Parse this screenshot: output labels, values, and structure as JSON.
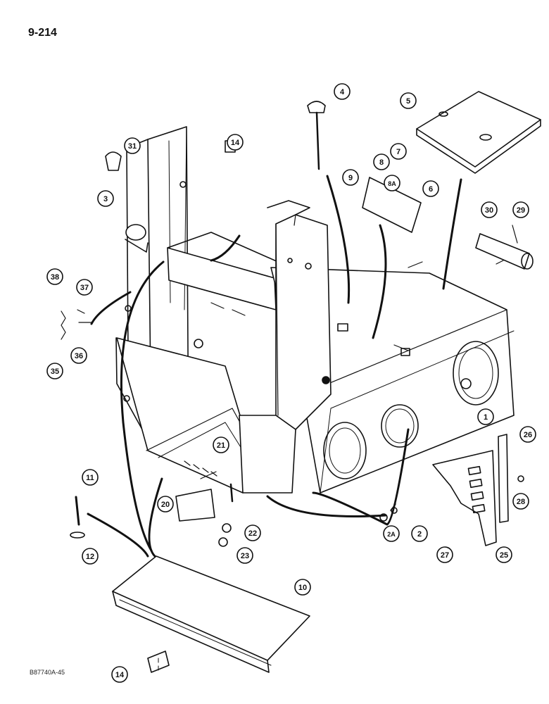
{
  "page_number": "9-214",
  "reference_code": "B87740A-45",
  "callouts": [
    "1",
    "2",
    "2A",
    "3",
    "4",
    "5",
    "6",
    "7",
    "8",
    "8A",
    "9",
    "10",
    "11",
    "12",
    "14",
    "14",
    "20",
    "21",
    "22",
    "23",
    "25",
    "26",
    "27",
    "28",
    "29",
    "30",
    "31",
    "35",
    "36",
    "37",
    "38"
  ]
}
